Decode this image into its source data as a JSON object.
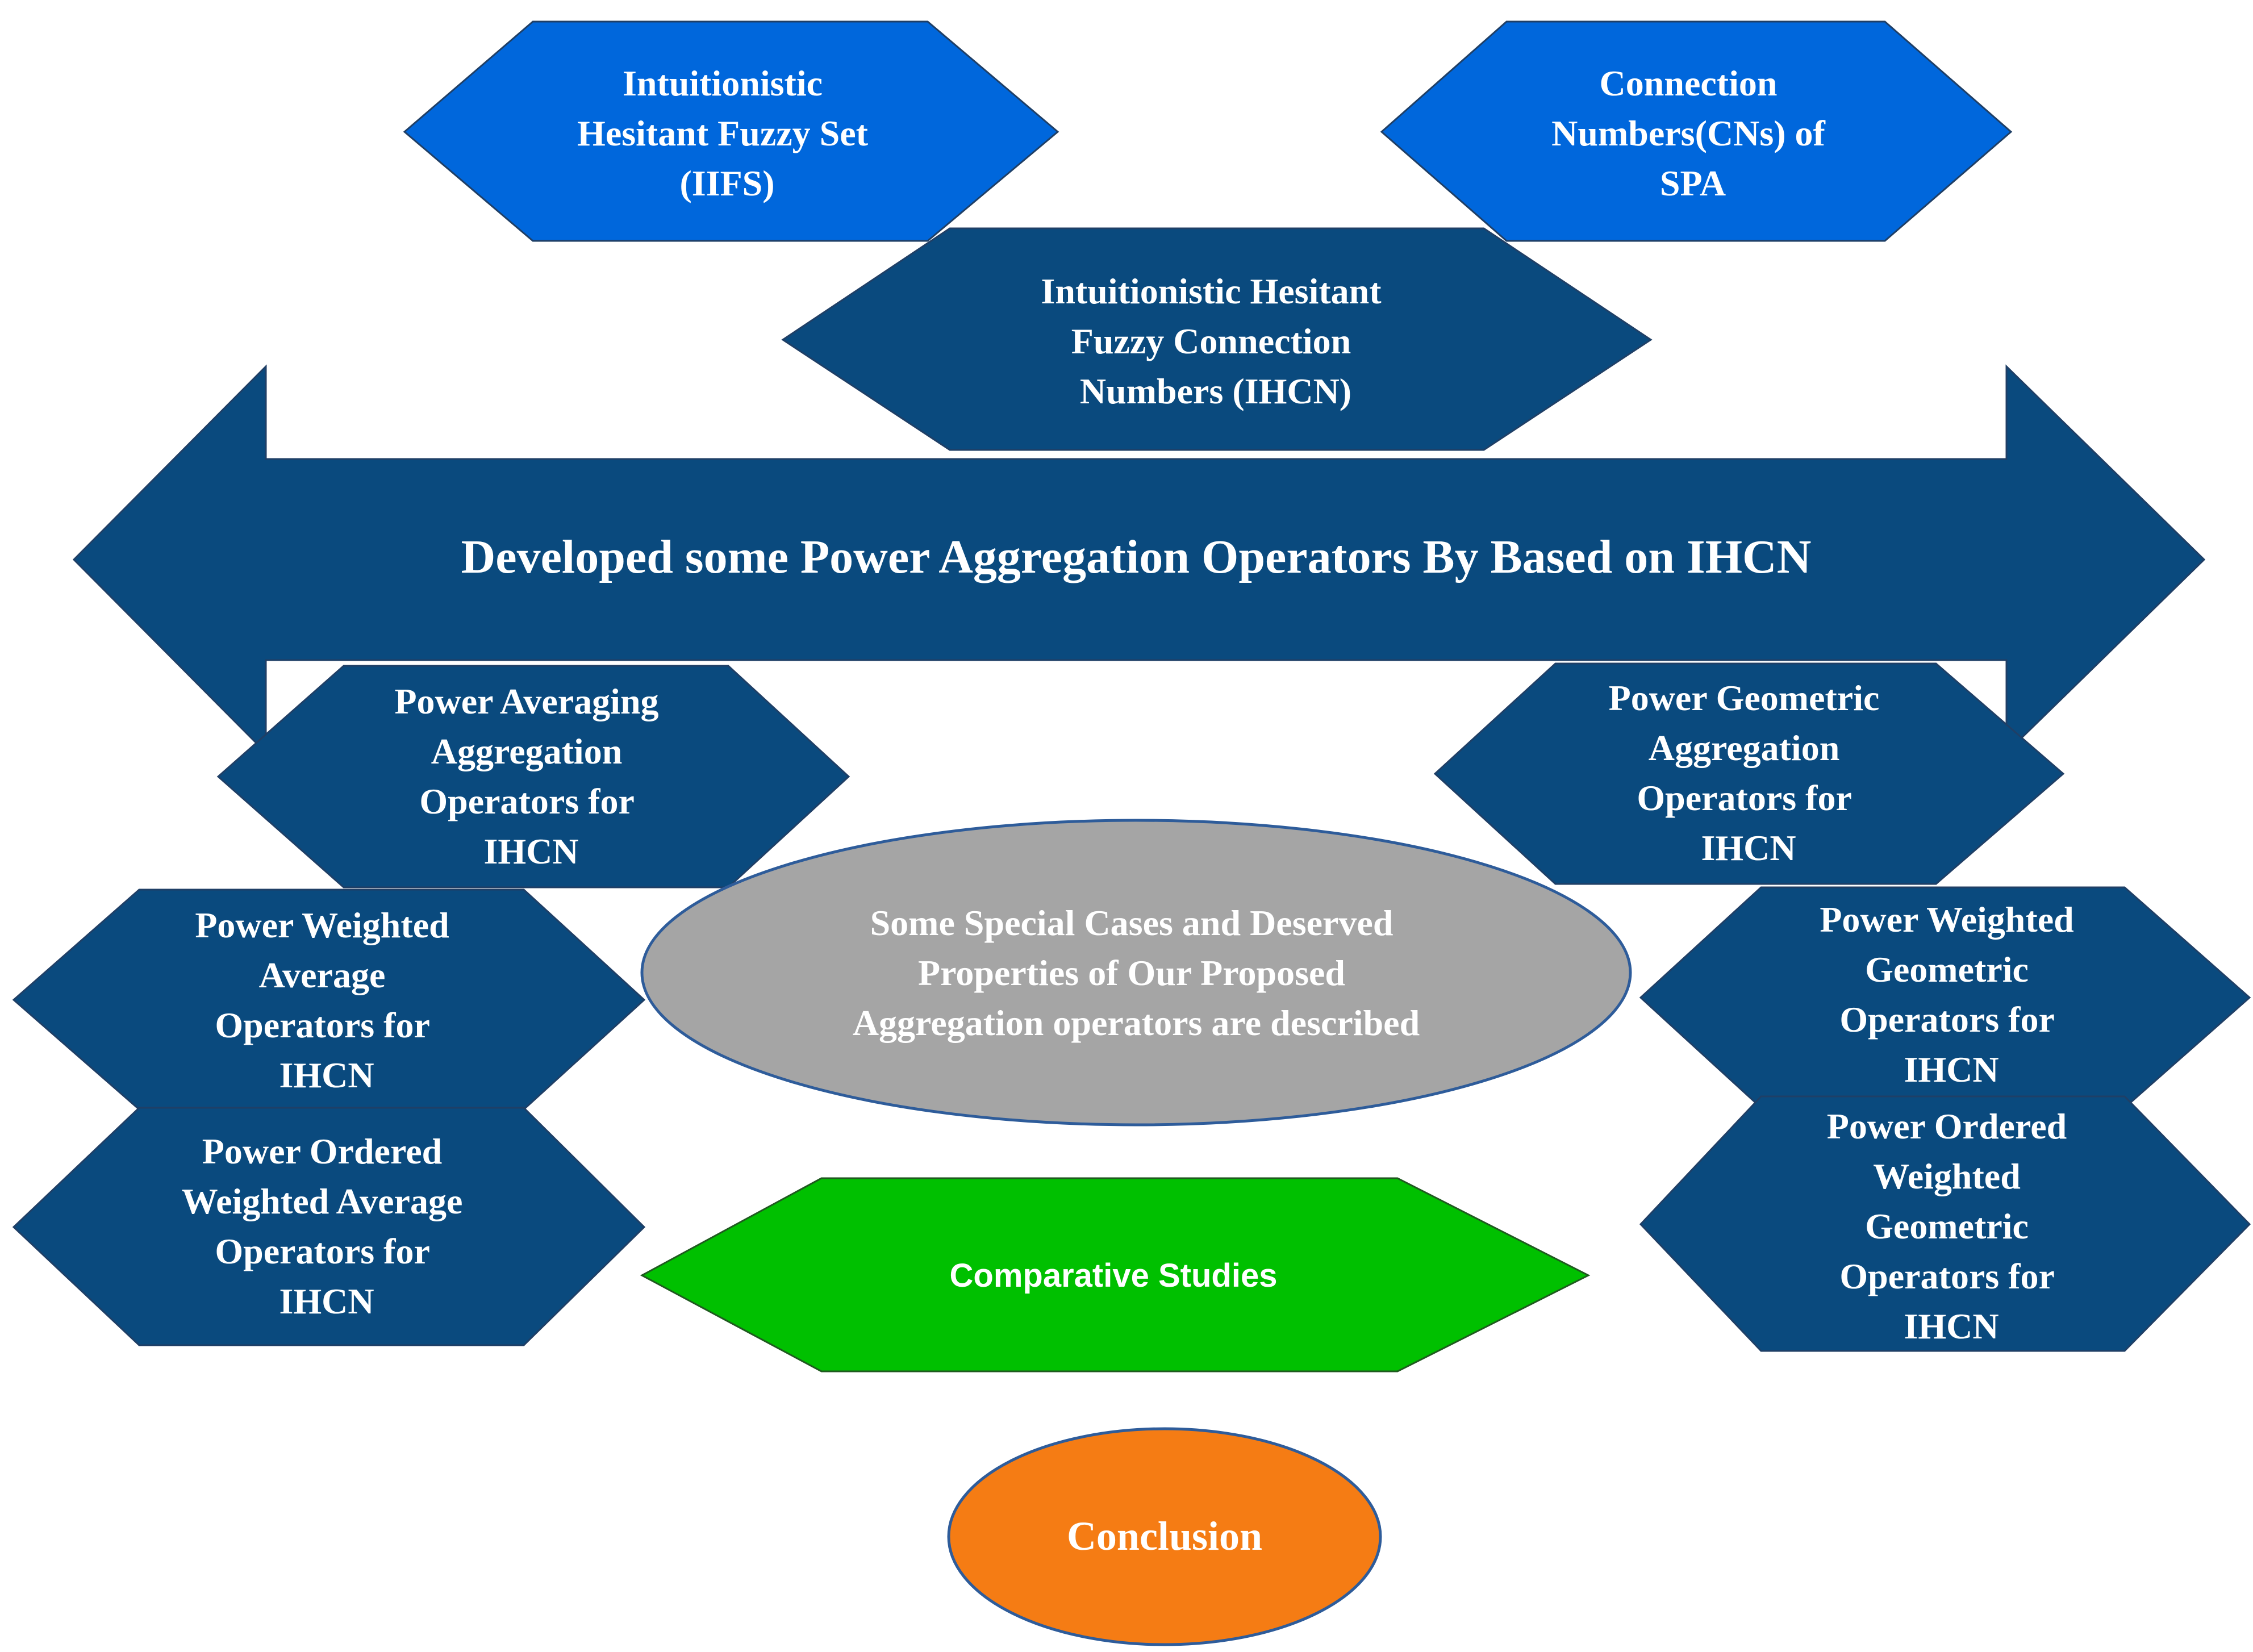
{
  "colors": {
    "bright_blue": "#0067DC",
    "dark_blue": "#0A4A7E",
    "gray": "#A5A5A5",
    "green": "#00C000",
    "orange": "#F57C14",
    "outline": "#1F3F66",
    "text": "#FFFFFF"
  },
  "nodes": {
    "iifs": {
      "lines": [
        "Intuitionistic",
        "Hesitant Fuzzy  Set",
        "(IIFS)"
      ]
    },
    "cn_spa": {
      "lines": [
        "Connection",
        "Numbers(CNs) of",
        "SPA"
      ]
    },
    "ihcn": {
      "lines": [
        "Intuitionistic Hesitant",
        "Fuzzy Connection",
        "Numbers (IHCN)"
      ]
    },
    "main_arrow": {
      "lines": [
        "Developed  some Power Aggregation Operators  By Based on IHCN"
      ]
    },
    "power_averaging": {
      "lines": [
        "Power Averaging",
        "Aggregation",
        "Operators for",
        "IHCN"
      ]
    },
    "power_geometric": {
      "lines": [
        "Power Geometric",
        "Aggregation",
        "Operators for",
        "IHCN"
      ]
    },
    "power_weighted_average": {
      "lines": [
        "Power Weighted",
        "Average",
        "Operators for",
        "IHCN"
      ]
    },
    "power_weighted_geometric": {
      "lines": [
        "Power Weighted",
        "Geometric",
        "Operators for",
        "IHCN"
      ]
    },
    "special_cases": {
      "lines": [
        "Some Special Cases and Deserved",
        "Properties of Our Proposed",
        "Aggregation operators are described"
      ]
    },
    "powa": {
      "lines": [
        "Power  Ordered",
        "Weighted Average",
        "Operators for",
        "IHCN"
      ]
    },
    "powg": {
      "lines": [
        "Power  Ordered",
        "Weighted",
        "Geometric",
        "Operators for",
        "IHCN"
      ]
    },
    "comparative": {
      "lines": [
        "Comparative Studies"
      ]
    },
    "conclusion": {
      "lines": [
        "Conclusion"
      ]
    }
  }
}
